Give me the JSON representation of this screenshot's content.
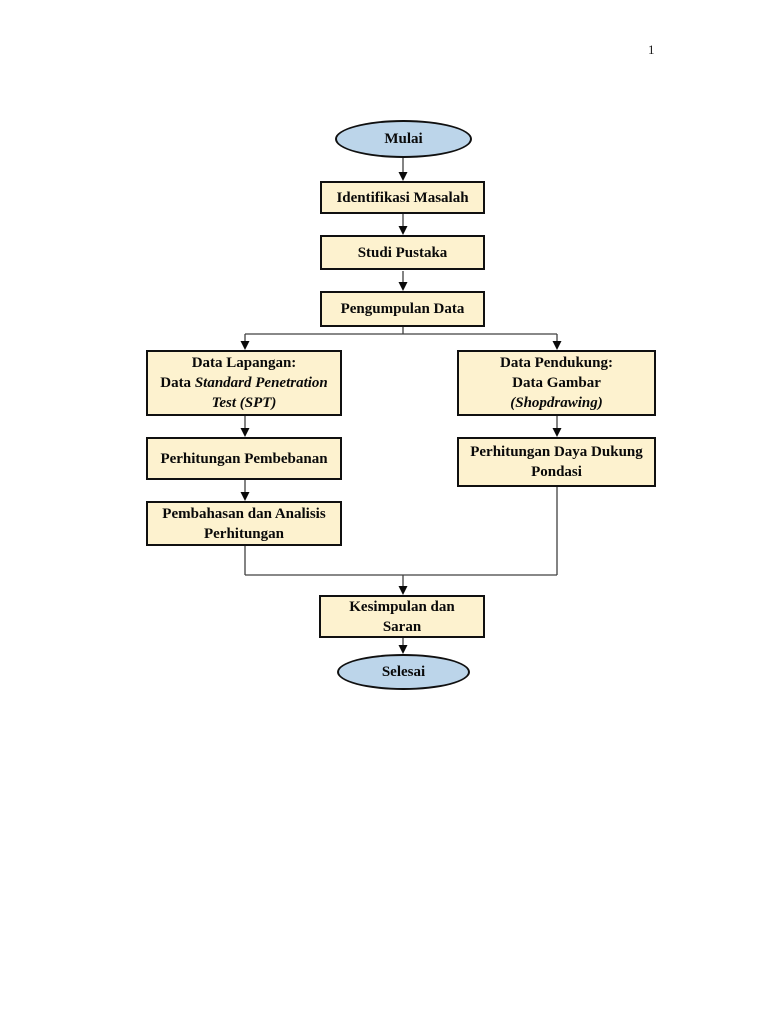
{
  "page_number": "1",
  "colors": {
    "terminator_fill": "#bcd5ea",
    "process_fill": "#fdf2cf",
    "node_border": "#101010",
    "connector": "#404040",
    "arrow": "#0a0a0a"
  },
  "nodes": {
    "mulai": {
      "label": "Mulai"
    },
    "identifikasi": {
      "label": "Identifikasi Masalah"
    },
    "studi": {
      "label": "Studi Pustaka"
    },
    "pengumpulan": {
      "label": "Pengumpulan Data"
    },
    "data_lapangan": {
      "line1": "Data Lapangan:",
      "line2_regular": "Data ",
      "line2_italic": "Standard Penetration",
      "line3_italic": "Test (SPT)"
    },
    "data_pendukung": {
      "line1": "Data Pendukung:",
      "line2": "Data Gambar",
      "line3_italic": "(Shopdrawing)"
    },
    "perhitungan_pembebanan": {
      "label": "Perhitungan Pembebanan"
    },
    "perhitungan_daya": {
      "line1": "Perhitungan Daya Dukung",
      "line2": "Pondasi"
    },
    "pembahasan": {
      "line1": "Pembahasan dan Analisis",
      "line2": "Perhitungan"
    },
    "kesimpulan": {
      "line1": "Kesimpulan dan",
      "line2": "Saran"
    },
    "selesai": {
      "label": "Selesai"
    }
  }
}
